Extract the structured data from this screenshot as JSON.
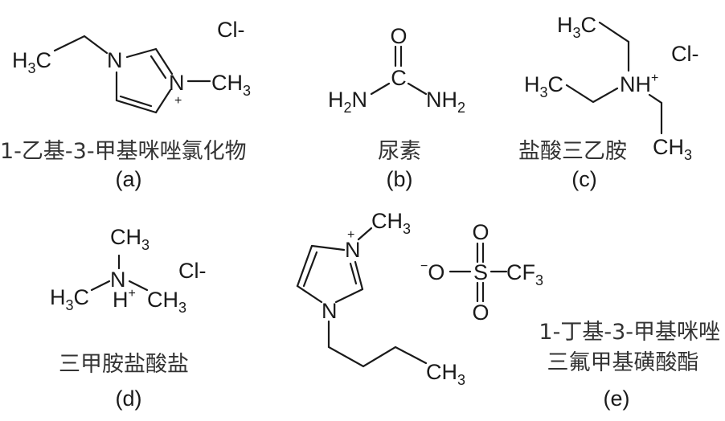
{
  "a": {
    "ethyl": [
      "H",
      "3",
      "C"
    ],
    "n1": "N",
    "n3": "N",
    "plus": "+",
    "methyl": [
      "CH",
      "3"
    ],
    "counter_ion": "Cl-",
    "name": "1-乙基-3-甲基咪唑氯化物",
    "tag": "(a)"
  },
  "b": {
    "o": "O",
    "c": "C",
    "nh2_left": [
      "H",
      "2",
      "N"
    ],
    "nh2_right": [
      "NH",
      "2"
    ],
    "name": "尿素",
    "tag": "(b)"
  },
  "c": {
    "ethyl_top": [
      "H",
      "3",
      "C"
    ],
    "ethyl_left": [
      "H",
      "3",
      "C"
    ],
    "nh": [
      "NH",
      "+"
    ],
    "methyl_bottom": [
      "CH",
      "3"
    ],
    "counter_ion": "Cl-",
    "name": "盐酸三乙胺",
    "tag": "(c)"
  },
  "d": {
    "methyl_top": [
      "CH",
      "3"
    ],
    "n": "N",
    "methyl_left": [
      "H",
      "3",
      "C"
    ],
    "h": [
      "H",
      "+"
    ],
    "methyl_right": [
      "CH",
      "3"
    ],
    "counter_ion": "Cl-",
    "name": "三甲胺盐酸盐",
    "tag": "(d)"
  },
  "e": {
    "n3": "N",
    "plus": "+",
    "methyl": [
      "CH",
      "3"
    ],
    "n1": "N",
    "butyl_end": [
      "CH",
      "3"
    ],
    "o_minus": [
      "−",
      "O"
    ],
    "s": "S",
    "o_top": "O",
    "o_bottom": "O",
    "cf3": [
      "CF",
      "3"
    ],
    "name_line1": "1-丁基-3-甲基咪唑",
    "name_line2": "三氟甲基磺酸酯",
    "tag": "(e)"
  }
}
